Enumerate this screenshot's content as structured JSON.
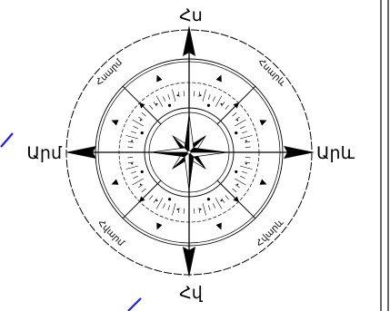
{
  "compass": {
    "north": "Հս",
    "south": "Հվ",
    "east": "Արև",
    "west": "Արմ",
    "north_east": "Հսարև",
    "north_west": "Հսարմ",
    "south_east": "Հվարև",
    "south_west": "Հվարմ"
  },
  "colors": {
    "line": "#000000",
    "stray_line": "#1c1cff",
    "background": "#ffffff"
  }
}
